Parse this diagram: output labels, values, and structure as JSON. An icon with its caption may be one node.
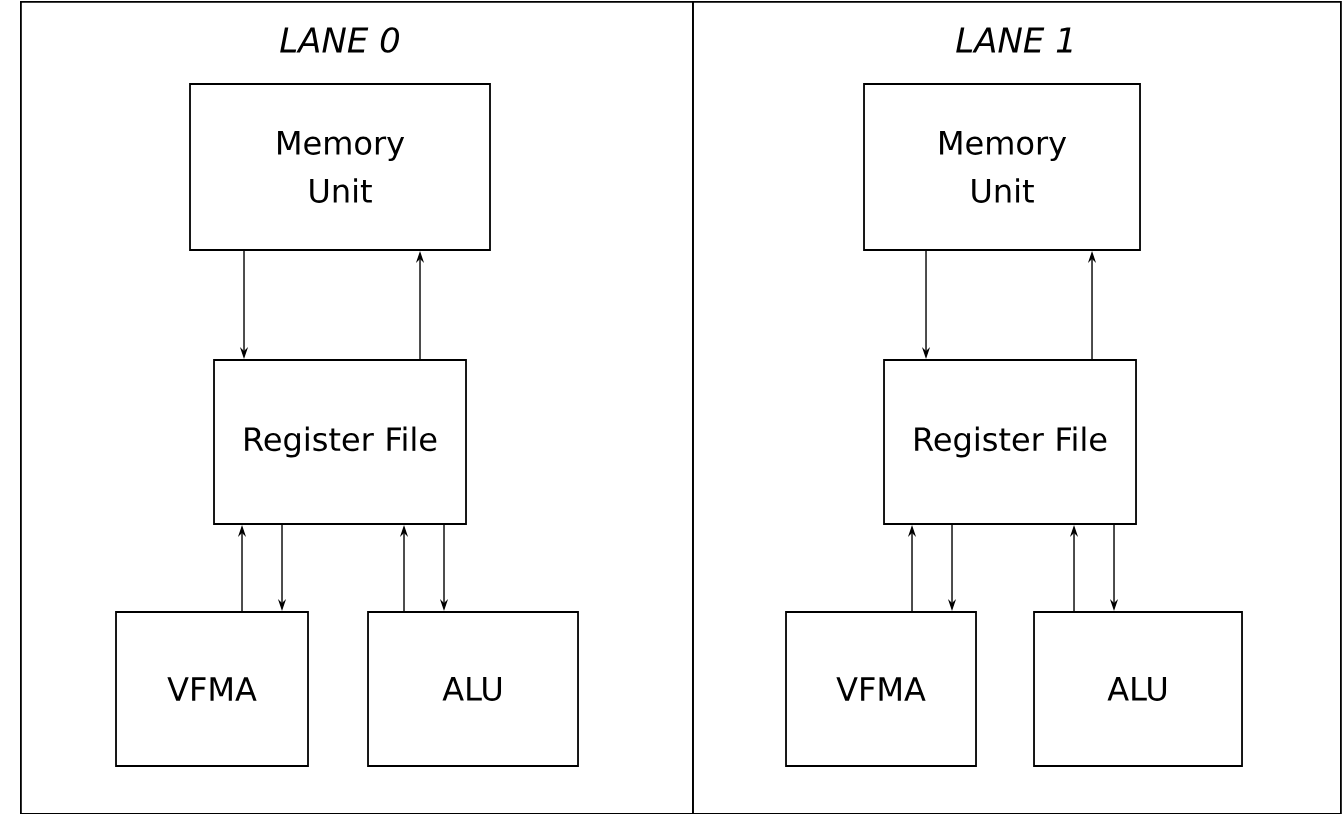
{
  "diagram": {
    "nodes": [
      {
        "text": [
          "LANE 0"
        ]
      },
      {
        "text": [
          "Memory Unit"
        ],
        "in": 0
      },
      {
        "text": [
          "Register File"
        ],
        "in": 0
      },
      {
        "text": [
          "VFMA"
        ],
        "in": 0
      },
      {
        "text": [
          "ALU"
        ],
        "in": 0
      },
      {
        "text": [
          "LANE 1"
        ]
      },
      {
        "text": [
          "Memory Unit"
        ],
        "in": 5
      },
      {
        "text": [
          "Register File"
        ],
        "in": 5
      },
      {
        "text": [
          "VFMA"
        ],
        "in": 5
      },
      {
        "text": [
          "ALU"
        ],
        "in": 5
      }
    ],
    "edges": [
      {
        "from": 1,
        "to": 2,
        "arrow": "to"
      },
      {
        "from": 2,
        "to": 1,
        "arrow": "to"
      },
      {
        "from": 3,
        "to": 2,
        "arrow": "to"
      },
      {
        "from": 2,
        "to": 3,
        "arrow": "to"
      },
      {
        "from": 4,
        "to": 2,
        "arrow": "to"
      },
      {
        "from": 2,
        "to": 4,
        "arrow": "to"
      },
      {
        "from": 6,
        "to": 7,
        "arrow": "to"
      },
      {
        "from": 7,
        "to": 6,
        "arrow": "to"
      },
      {
        "from": 8,
        "to": 7,
        "arrow": "to"
      },
      {
        "from": 7,
        "to": 8,
        "arrow": "to"
      },
      {
        "from": 9,
        "to": 7,
        "arrow": "to"
      },
      {
        "from": 7,
        "to": 9,
        "arrow": "to"
      }
    ]
  }
}
